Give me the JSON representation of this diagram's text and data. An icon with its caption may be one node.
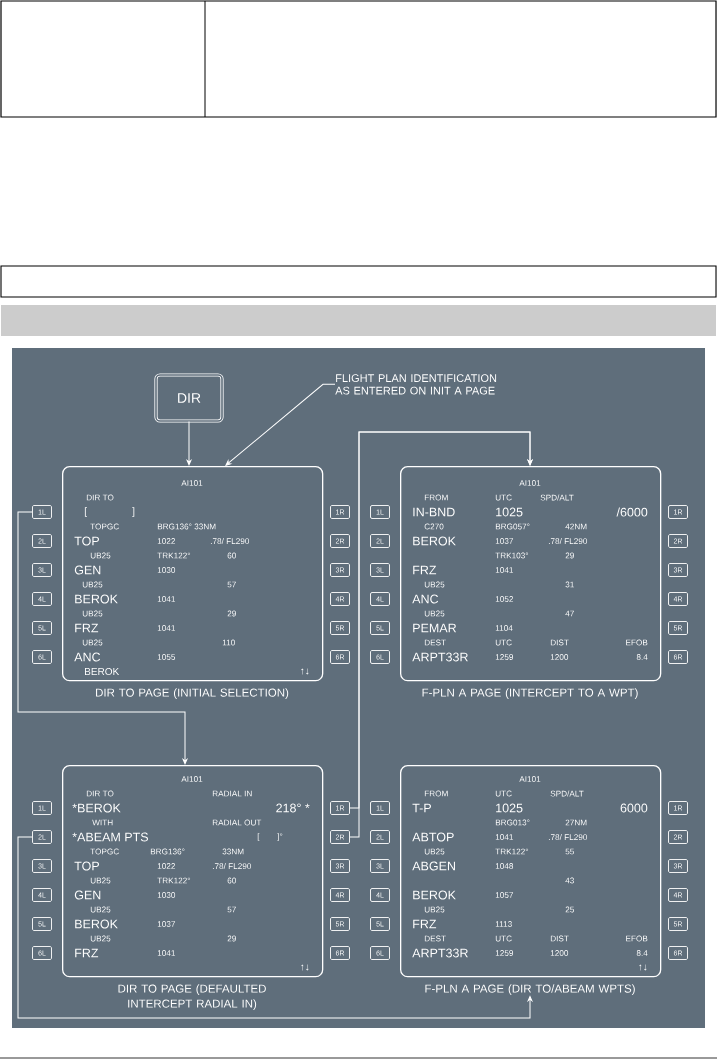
{
  "diagram": {
    "nodes": [
      {
        "text": [
          "DIR"
        ]
      },
      {
        "text": [
          "FLIGHT PLAN IDENTIFICATION AS ENTERED ON INIT A PAGE"
        ]
      },
      {
        "text": [
          "AI101",
          "DIR TO",
          "[",
          "]",
          "TOPGC",
          "BRG136° 33NM",
          "TOP",
          "1022",
          ".78/ FL290",
          "UB25",
          "TRK122°",
          "60",
          "GEN",
          "1030",
          "UB25",
          "57",
          "BEROK",
          "1041",
          "UB25",
          "29",
          "FRZ",
          "1041",
          "UB25",
          "110",
          "ANC",
          "1055",
          "BEROK",
          "↑↓"
        ],
        "beside": [
          "DIR TO PAGE (INITIAL SELECTION)"
        ]
      },
      {
        "text": [
          "1L"
        ]
      },
      {
        "text": [
          "2L"
        ]
      },
      {
        "text": [
          "3L"
        ]
      },
      {
        "text": [
          "4L"
        ]
      },
      {
        "text": [
          "5L"
        ]
      },
      {
        "text": [
          "6L"
        ]
      },
      {
        "text": [
          "1R"
        ]
      },
      {
        "text": [
          "2R"
        ]
      },
      {
        "text": [
          "3R"
        ]
      },
      {
        "text": [
          "4R"
        ]
      },
      {
        "text": [
          "5R"
        ]
      },
      {
        "text": [
          "6R"
        ]
      },
      {
        "text": [
          "AI101",
          "FROM",
          "UTC",
          "SPD/ALT",
          "IN-BND",
          "1025",
          "/6000",
          "C270",
          "BRG057°",
          "42NM",
          "BEROK",
          "1037",
          ".78/ FL290",
          "TRK103°",
          "29",
          "FRZ",
          "1041",
          "UB25",
          "31",
          "ANC",
          "1052",
          "UB25",
          "47",
          "PEMAR",
          "1104",
          "DEST",
          "UTC",
          "DIST",
          "EFOB",
          "ARPT33R",
          "1259",
          "1200",
          "8.4"
        ],
        "beside": [
          "F-PLN A PAGE (INTERCEPT TO A WPT)"
        ]
      },
      {
        "text": [
          "1L"
        ]
      },
      {
        "text": [
          "2L"
        ]
      },
      {
        "text": [
          "3L"
        ]
      },
      {
        "text": [
          "4L"
        ]
      },
      {
        "text": [
          "5L"
        ]
      },
      {
        "text": [
          "6L"
        ]
      },
      {
        "text": [
          "1R"
        ]
      },
      {
        "text": [
          "2R"
        ]
      },
      {
        "text": [
          "3R"
        ]
      },
      {
        "text": [
          "4R"
        ]
      },
      {
        "text": [
          "5R"
        ]
      },
      {
        "text": [
          "6R"
        ]
      },
      {
        "text": [
          "AI101",
          "DIR TO",
          "RADIAL IN",
          "*BEROK",
          "218° *",
          "WITH",
          "RADIAL OUT",
          "*ABEAM PTS",
          "[",
          "]°",
          "TOPGC",
          "BRG136°",
          "33NM",
          "TOP",
          "1022",
          ".78/ FL290",
          "UB25",
          "TRK122°",
          "60",
          "GEN",
          "1030",
          "UB25",
          "57",
          "BEROK",
          "1037",
          "UB25",
          "29",
          "FRZ",
          "1041",
          "↑↓"
        ],
        "beside": [
          "DIR TO PAGE (DEFAULTED INTERCEPT RADIAL IN)"
        ]
      },
      {
        "text": [
          "1L"
        ]
      },
      {
        "text": [
          "2L"
        ]
      },
      {
        "text": [
          "3L"
        ]
      },
      {
        "text": [
          "4L"
        ]
      },
      {
        "text": [
          "5L"
        ]
      },
      {
        "text": [
          "6L"
        ]
      },
      {
        "text": [
          "1R"
        ]
      },
      {
        "text": [
          "2R"
        ]
      },
      {
        "text": [
          "3R"
        ]
      },
      {
        "text": [
          "4R"
        ]
      },
      {
        "text": [
          "5R"
        ]
      },
      {
        "text": [
          "6R"
        ]
      },
      {
        "text": [
          "AI101",
          "FROM",
          "UTC",
          "SPD/ALT",
          "T-P",
          "1025",
          "6000",
          "BRG013°",
          "27NM",
          "ABTOP",
          "1041",
          ".78/ FL290",
          "UB25",
          "TRK122°",
          "55",
          "ABGEN",
          "1048",
          "43",
          "BEROK",
          "1057",
          "UB25",
          "25",
          "FRZ",
          "1113",
          "DEST",
          "UTC",
          "DIST",
          "EFOB",
          "ARPT33R",
          "1259",
          "1200",
          "8.4",
          "↑↓"
        ],
        "beside": [
          "F-PLN A PAGE (DIR TO/ABEAM WPTS)"
        ]
      },
      {
        "text": [
          "1L"
        ]
      },
      {
        "text": [
          "2L"
        ]
      },
      {
        "text": [
          "3L"
        ]
      },
      {
        "text": [
          "4L"
        ]
      },
      {
        "text": [
          "5L"
        ]
      },
      {
        "text": [
          "6L"
        ]
      },
      {
        "text": [
          "1R"
        ]
      },
      {
        "text": [
          "2R"
        ]
      },
      {
        "text": [
          "3R"
        ]
      },
      {
        "text": [
          "4R"
        ]
      },
      {
        "text": [
          "5R"
        ]
      },
      {
        "text": [
          "6R"
        ]
      }
    ],
    "edges": [
      {
        "from": 0,
        "to": 2,
        "arrow": "to"
      },
      {
        "from": 1,
        "to": 2,
        "arrow": "to"
      },
      {
        "from": 3,
        "to": 28,
        "arrow": "to"
      },
      {
        "from": 35,
        "to": 15,
        "arrow": "to"
      },
      {
        "from": 36,
        "to": 15,
        "arrow": "to"
      },
      {
        "from": 30,
        "to": 41,
        "arrow": "to"
      }
    ]
  }
}
